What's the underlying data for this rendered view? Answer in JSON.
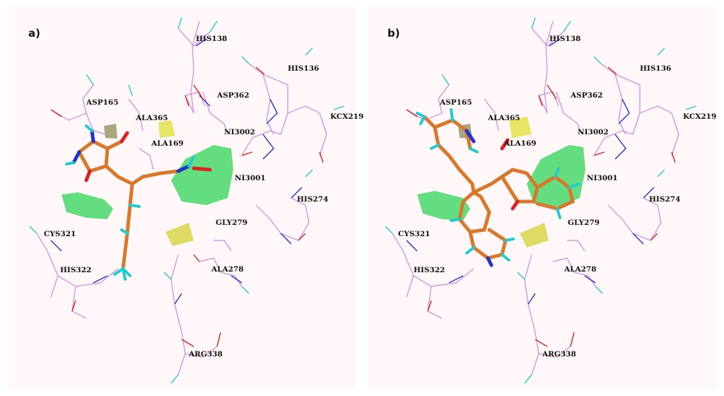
{
  "panels": [
    {
      "id": "a",
      "label": "a)",
      "residues": [
        "HIS138",
        "HIS136",
        "ASP165",
        "ASP362",
        "ALA365",
        "KCX219",
        "NI3002",
        "ALA169",
        "NI3001",
        "HIS274",
        "CYS321",
        "GLY279",
        "HIS322",
        "ALA278",
        "ARG338"
      ]
    },
    {
      "id": "b",
      "label": "b)",
      "residues": [
        "HIS138",
        "HIS136",
        "ASP165",
        "ASP362",
        "ALA365",
        "KCX219",
        "NI3002",
        "ALA169",
        "NI3001",
        "HIS274",
        "CYS321",
        "GLY279",
        "HIS322",
        "ALA278",
        "ARG338"
      ]
    }
  ],
  "colors": {
    "background": "#fff7f8",
    "residue_wire": "#cc88dd",
    "nitrogen": "#2233cc",
    "oxygen": "#dd2222",
    "hydrogen": "#22cccc",
    "ligand_carbon": "#d9782a",
    "green_surface": "#22cc44",
    "yellow_surface": "#dddd44",
    "olive_surface": "#999966"
  }
}
